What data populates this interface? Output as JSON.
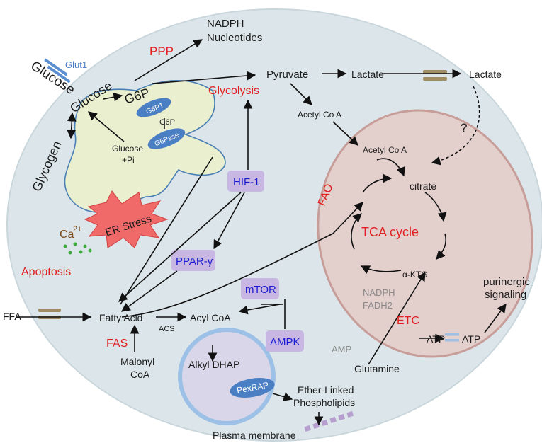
{
  "colors": {
    "cell": "#dce6ea",
    "cell_border": "#c9d6db",
    "er": "#e9efcf",
    "er_border": "#4a7fb4",
    "mito": "#e3cfcc",
    "mito_border": "#c79d99",
    "mito_inner": "#b07c78",
    "enzyme": "#4b7fc4",
    "protein_box": "#c8b7e2",
    "stress": "#f06a6a",
    "accent_red": "#e02020",
    "accent_blue": "#1a1ad0",
    "transporter": "#a08d63",
    "calcium_dots": "#3fa83f",
    "peroxisome": "#d8d6e8",
    "peroxisome_border": "#9dc1e6"
  },
  "labels": {
    "glucose_out": "Glucose",
    "glut1": "Glut1",
    "glucose_in": "Glucose",
    "glycogen": "Glycogen",
    "g6p": "G6P",
    "ppp": "PPP",
    "nadph_nucleotides_1": "NADPH",
    "nadph_nucleotides_2": "Nucleotides",
    "pyruvate": "Pyruvate",
    "lactate_in": "Lactate",
    "lactate_out": "Lactate",
    "glycolysis": "Glycolysis",
    "g6pt": "G6PT",
    "g6p_er": "G6P",
    "g6pase": "G6Pase",
    "glucose_pi_1": "Glucose",
    "glucose_pi_2": "+Pi",
    "acetyl_coa_cyto": "Acetyl Co A",
    "acetyl_coa_mito": "Acetyl Co A",
    "question": "?",
    "citrate": "citrate",
    "tca_cycle": "TCA cycle",
    "akg": "α-KTG",
    "fao": "FAO",
    "nadph_mito": "NADPH",
    "fadh2": "FADH2",
    "etc": "ETC",
    "atp_in": "ATP",
    "atp_out": "ATP",
    "purinergic_1": "purinergic",
    "purinergic_2": "signaling",
    "amp": "AMP",
    "glutamine": "Glutamine",
    "hif1": "HIF-1",
    "ppar": "PPAR-γ",
    "mtor": "mTOR",
    "ampk": "AMPK",
    "er_stress": "ER Stress",
    "ca": "Ca",
    "ca_sup": "2+",
    "apoptosis": "Apoptosis",
    "ffa": "FFA",
    "fatty_acid": "Fatty Acid",
    "acs": "ACS",
    "acyl_coa": "Acyl CoA",
    "fas": "FAS",
    "malonyl_1": "Malonyl",
    "malonyl_2": "CoA",
    "alkyl_dhap": "Alkyl DHAP",
    "pexrap": "PexRAP",
    "ether_1": "Ether-Linked",
    "ether_2": "Phospholipids",
    "plasma_membrane": "Plasma membrane"
  }
}
